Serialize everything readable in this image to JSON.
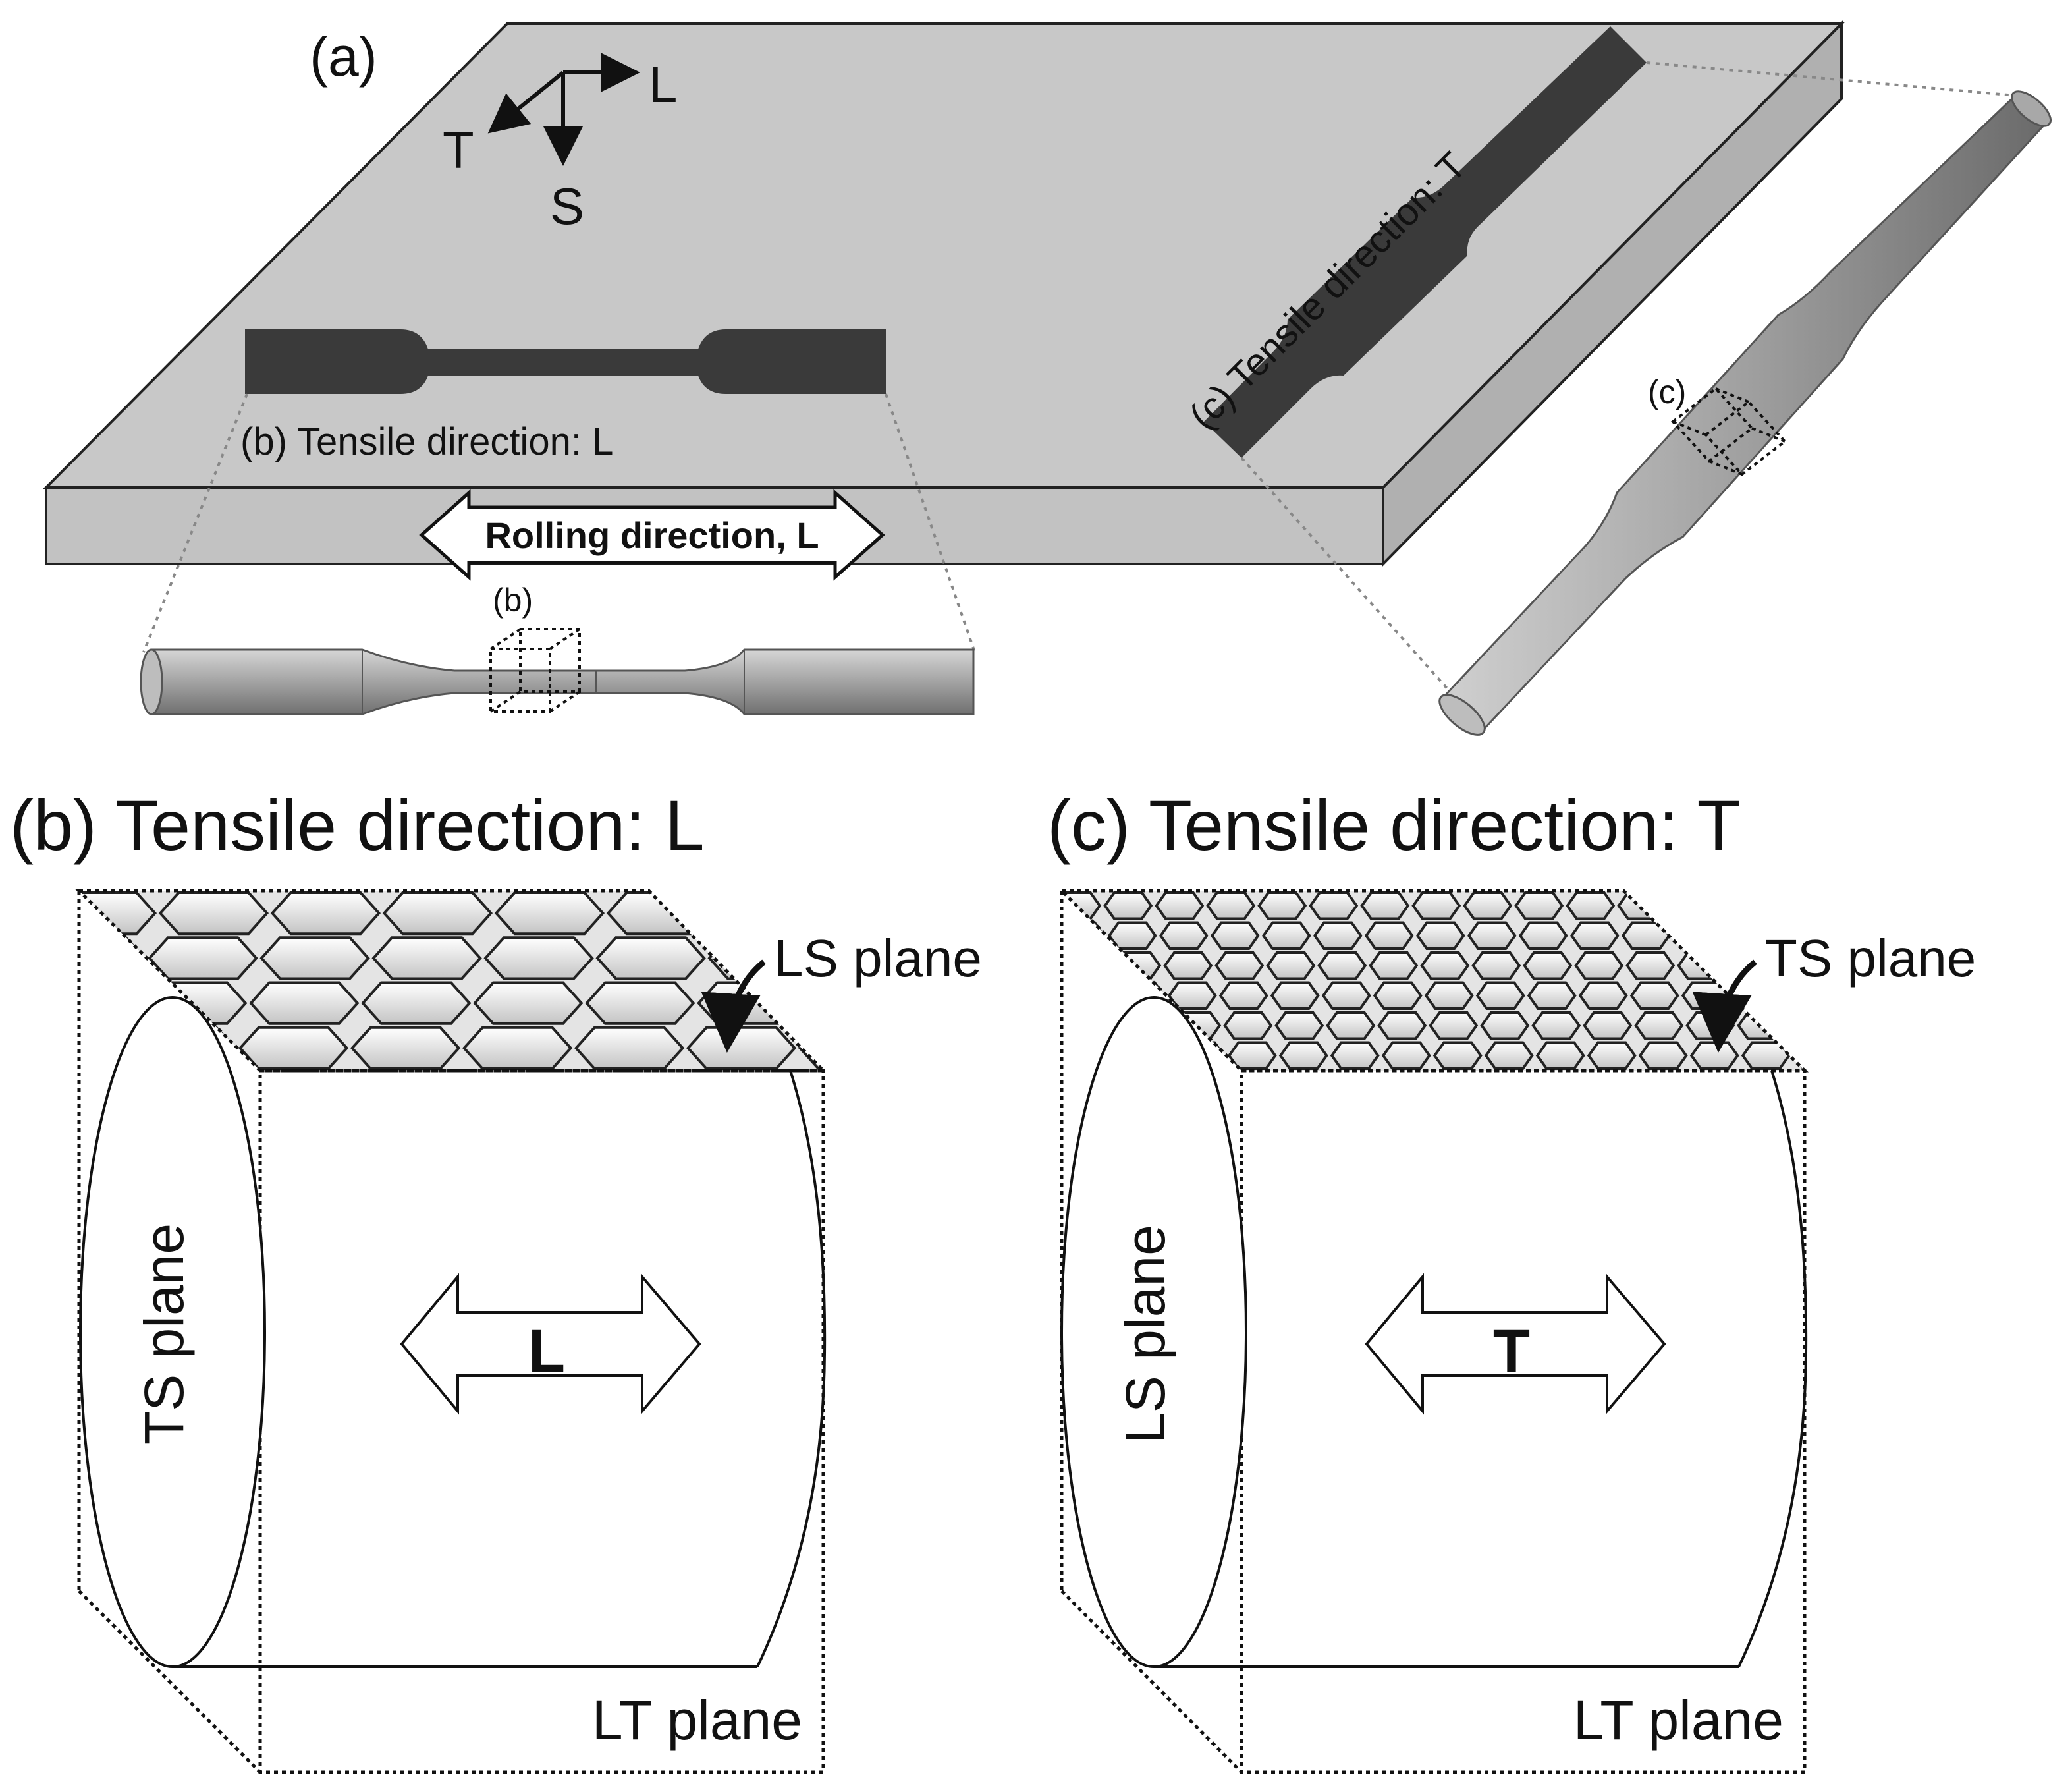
{
  "panel_a": {
    "label": "(a)",
    "axes": {
      "l": "L",
      "t": "T",
      "s": "S"
    },
    "specimen_b_label": "(b) Tensile direction: L",
    "specimen_c_label": "(c) Tensile direction: T",
    "rolling_label": "Rolling direction, L",
    "zoom_b_label": "(b)",
    "zoom_c_label": "(c)"
  },
  "panel_b": {
    "title": "(b) Tensile direction: L",
    "top_plane": "LS plane",
    "end_plane": "TS plane",
    "bottom_plane": "LT plane",
    "arrow_label": "L"
  },
  "panel_c": {
    "title": "(c) Tensile direction: T",
    "top_plane": "TS plane",
    "end_plane": "LS plane",
    "bottom_plane": "LT plane",
    "arrow_label": "T"
  },
  "colors": {
    "plate": "#c8c8c8",
    "plate_edge": "#b4b4b4",
    "specimen": "#3a3a3a",
    "rod": "#9a9a9a"
  }
}
